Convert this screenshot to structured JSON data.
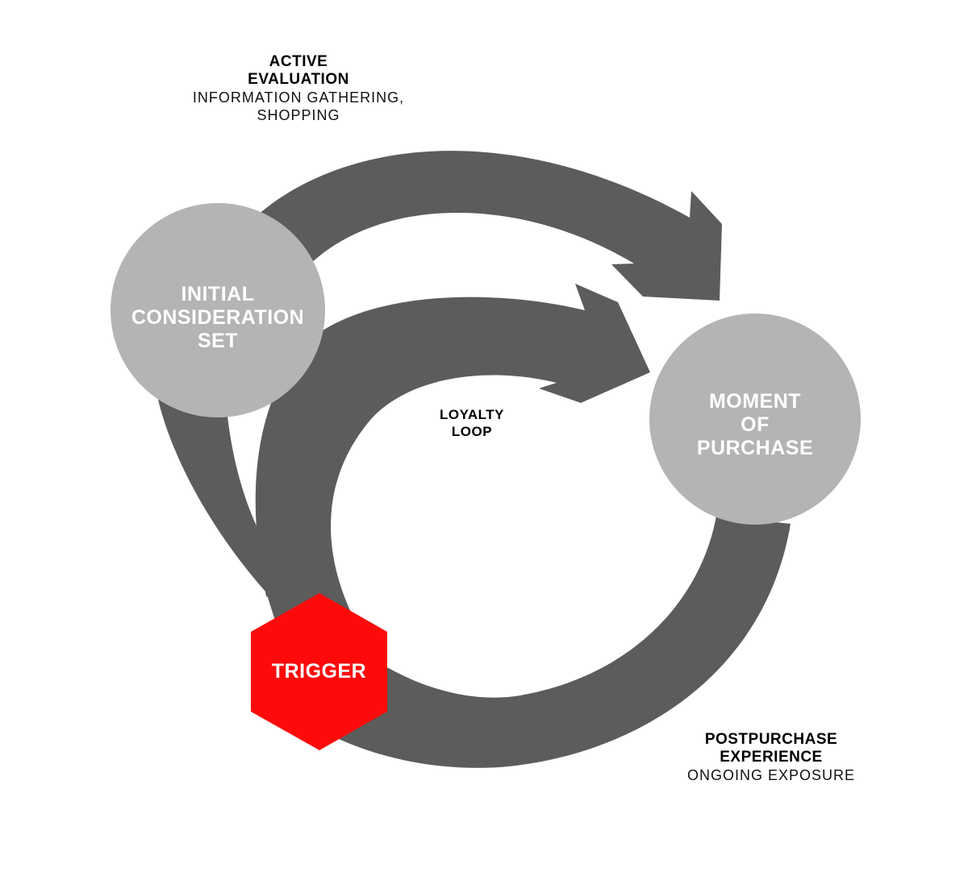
{
  "colors": {
    "arrow": "#5c5c5c",
    "node_circle": "#b4b4b4",
    "trigger": "#ff0a0a",
    "node_text": "#ffffff",
    "label_text": "#000000",
    "background": "#ffffff"
  },
  "labels": {
    "active_evaluation": {
      "title_line1": "ACTIVE",
      "title_line2": "EVALUATION",
      "sub_line1": "INFORMATION GATHERING,",
      "sub_line2": "SHOPPING"
    },
    "loyalty_loop": {
      "line1": "LOYALTY",
      "line2": "LOOP"
    },
    "postpurchase": {
      "title_line1": "POSTPURCHASE",
      "title_line2": "EXPERIENCE",
      "sub_line1": "ONGOING EXPOSURE"
    }
  },
  "nodes": {
    "initial": {
      "line1": "INITIAL",
      "line2": "CONSIDERATION",
      "line3": "SET"
    },
    "purchase": {
      "line1": "MOMENT",
      "line2": "OF",
      "line3": "PURCHASE"
    },
    "trigger": {
      "label": "TRIGGER"
    }
  }
}
